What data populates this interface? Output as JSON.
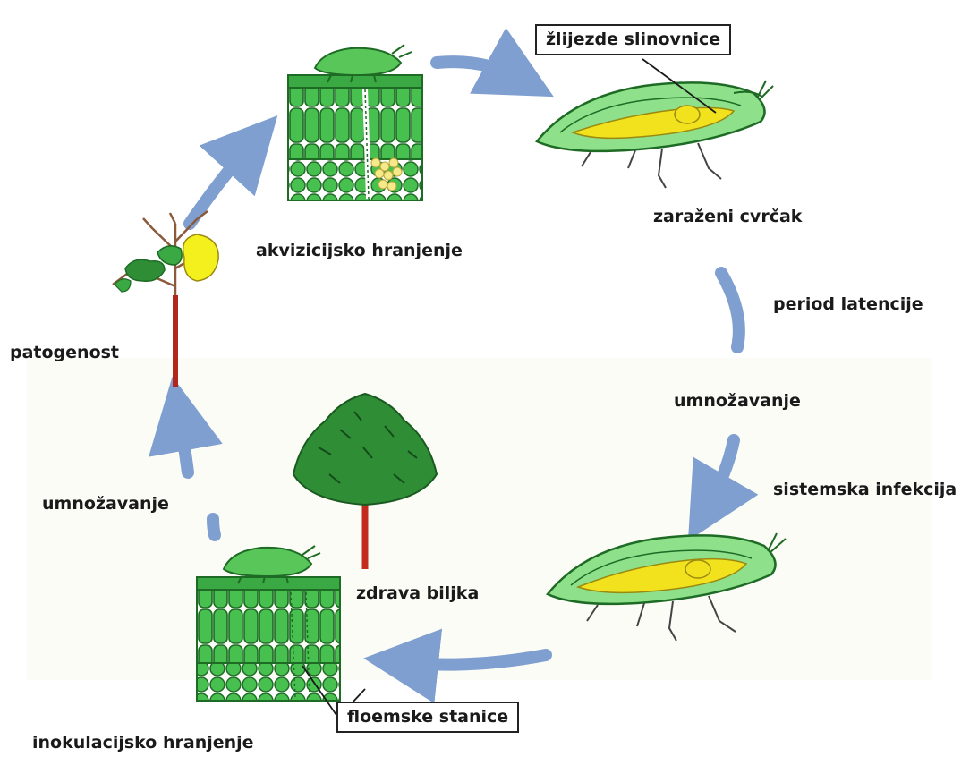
{
  "diagram": {
    "labels": {
      "acquisition_feeding": "akvizicijsko hranjenje",
      "salivary_glands": "žlijezde slinovnice",
      "infected_leafhopper": "zaraženi cvrčak",
      "latency_period": "period latencije",
      "multiplication_right": "umnožavanje",
      "systemic_infection": "sistemska infekcija",
      "pathogenicity": "patogenost",
      "multiplication_left": "umnožavanje",
      "healthy_plant": "zdrava biljka",
      "phloem_cells": "floemske stanice",
      "inoculation_feeding": "inokulacijsko hranjenje"
    },
    "colors": {
      "arrow": "#7f9fd0",
      "leaf_green": "#3fb24a",
      "leaf_dark": "#1f6b25",
      "insect_body": "#8fe08a",
      "insect_inner": "#f2e21e",
      "trunk": "#c42b1c",
      "dead_leaf": "#f4f01e"
    }
  }
}
